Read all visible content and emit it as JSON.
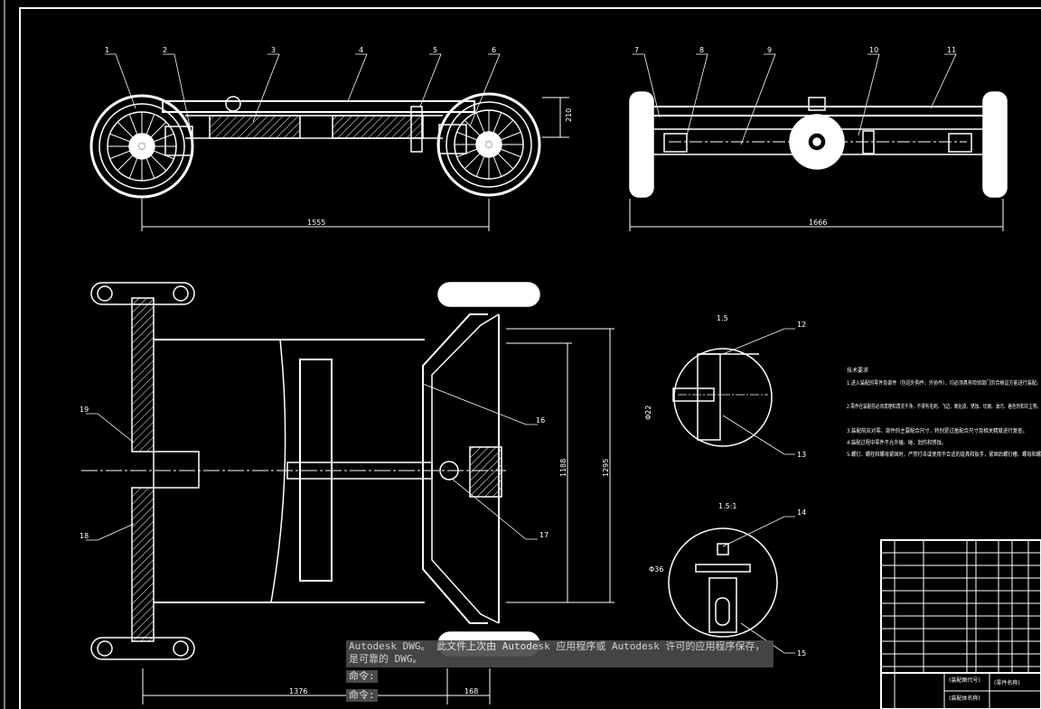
{
  "labels": {
    "top_views": [
      "1",
      "2",
      "3",
      "4",
      "5",
      "6",
      "7",
      "8",
      "9",
      "10",
      "11"
    ],
    "plan_view": [
      "19",
      "18",
      "16",
      "17"
    ],
    "details": [
      "12",
      "13",
      "14",
      "15"
    ]
  },
  "dims": {
    "front_width": "1555",
    "front_height": "210",
    "side_width": "1666",
    "plan_height_inner": "1188",
    "plan_height_outer": "1295",
    "plan_width": "1376",
    "plan_offset": "168",
    "detail_a_diameter": "Φ22",
    "detail_b_diameter": "Φ36"
  },
  "detail_titles": {
    "a": "1.5",
    "b": "1.5:1"
  },
  "tech_req": {
    "title": "技术要求",
    "lines": [
      "1.进入装配的零件及部件（包括外购件、外协件），均必须具有检验部门的合格证方能进行装配。",
      "2.零件在装配前必须清理和清洗干净，不得有毛刺、飞边、氧化皮、锈蚀、切屑、油污、着色剂和灰尘等。",
      "3.装配前应对零、部件的主要配合尺寸，特别是过盈配合尺寸及相关精度进行复查。",
      "4.装配过程中零件不允许磕、碰、划伤和锈蚀。",
      "5.螺钉、螺栓和螺母紧固时，严禁打击或使用不合适的旋具和扳手，紧固后螺钉槽、螺母和螺"
    ]
  },
  "title_block": {
    "drawing_no": "(装配图代号)",
    "drawing_name": "(装配体名称)",
    "part_name": "(零件名称)"
  },
  "command": {
    "info": "Autodesk DWG。  此文件上次由 Autodesk 应用程序或 Autodesk 许可的应用程序保存，是可靠的 DWG。",
    "prompt1": "命令:",
    "prompt2": "命令:"
  }
}
